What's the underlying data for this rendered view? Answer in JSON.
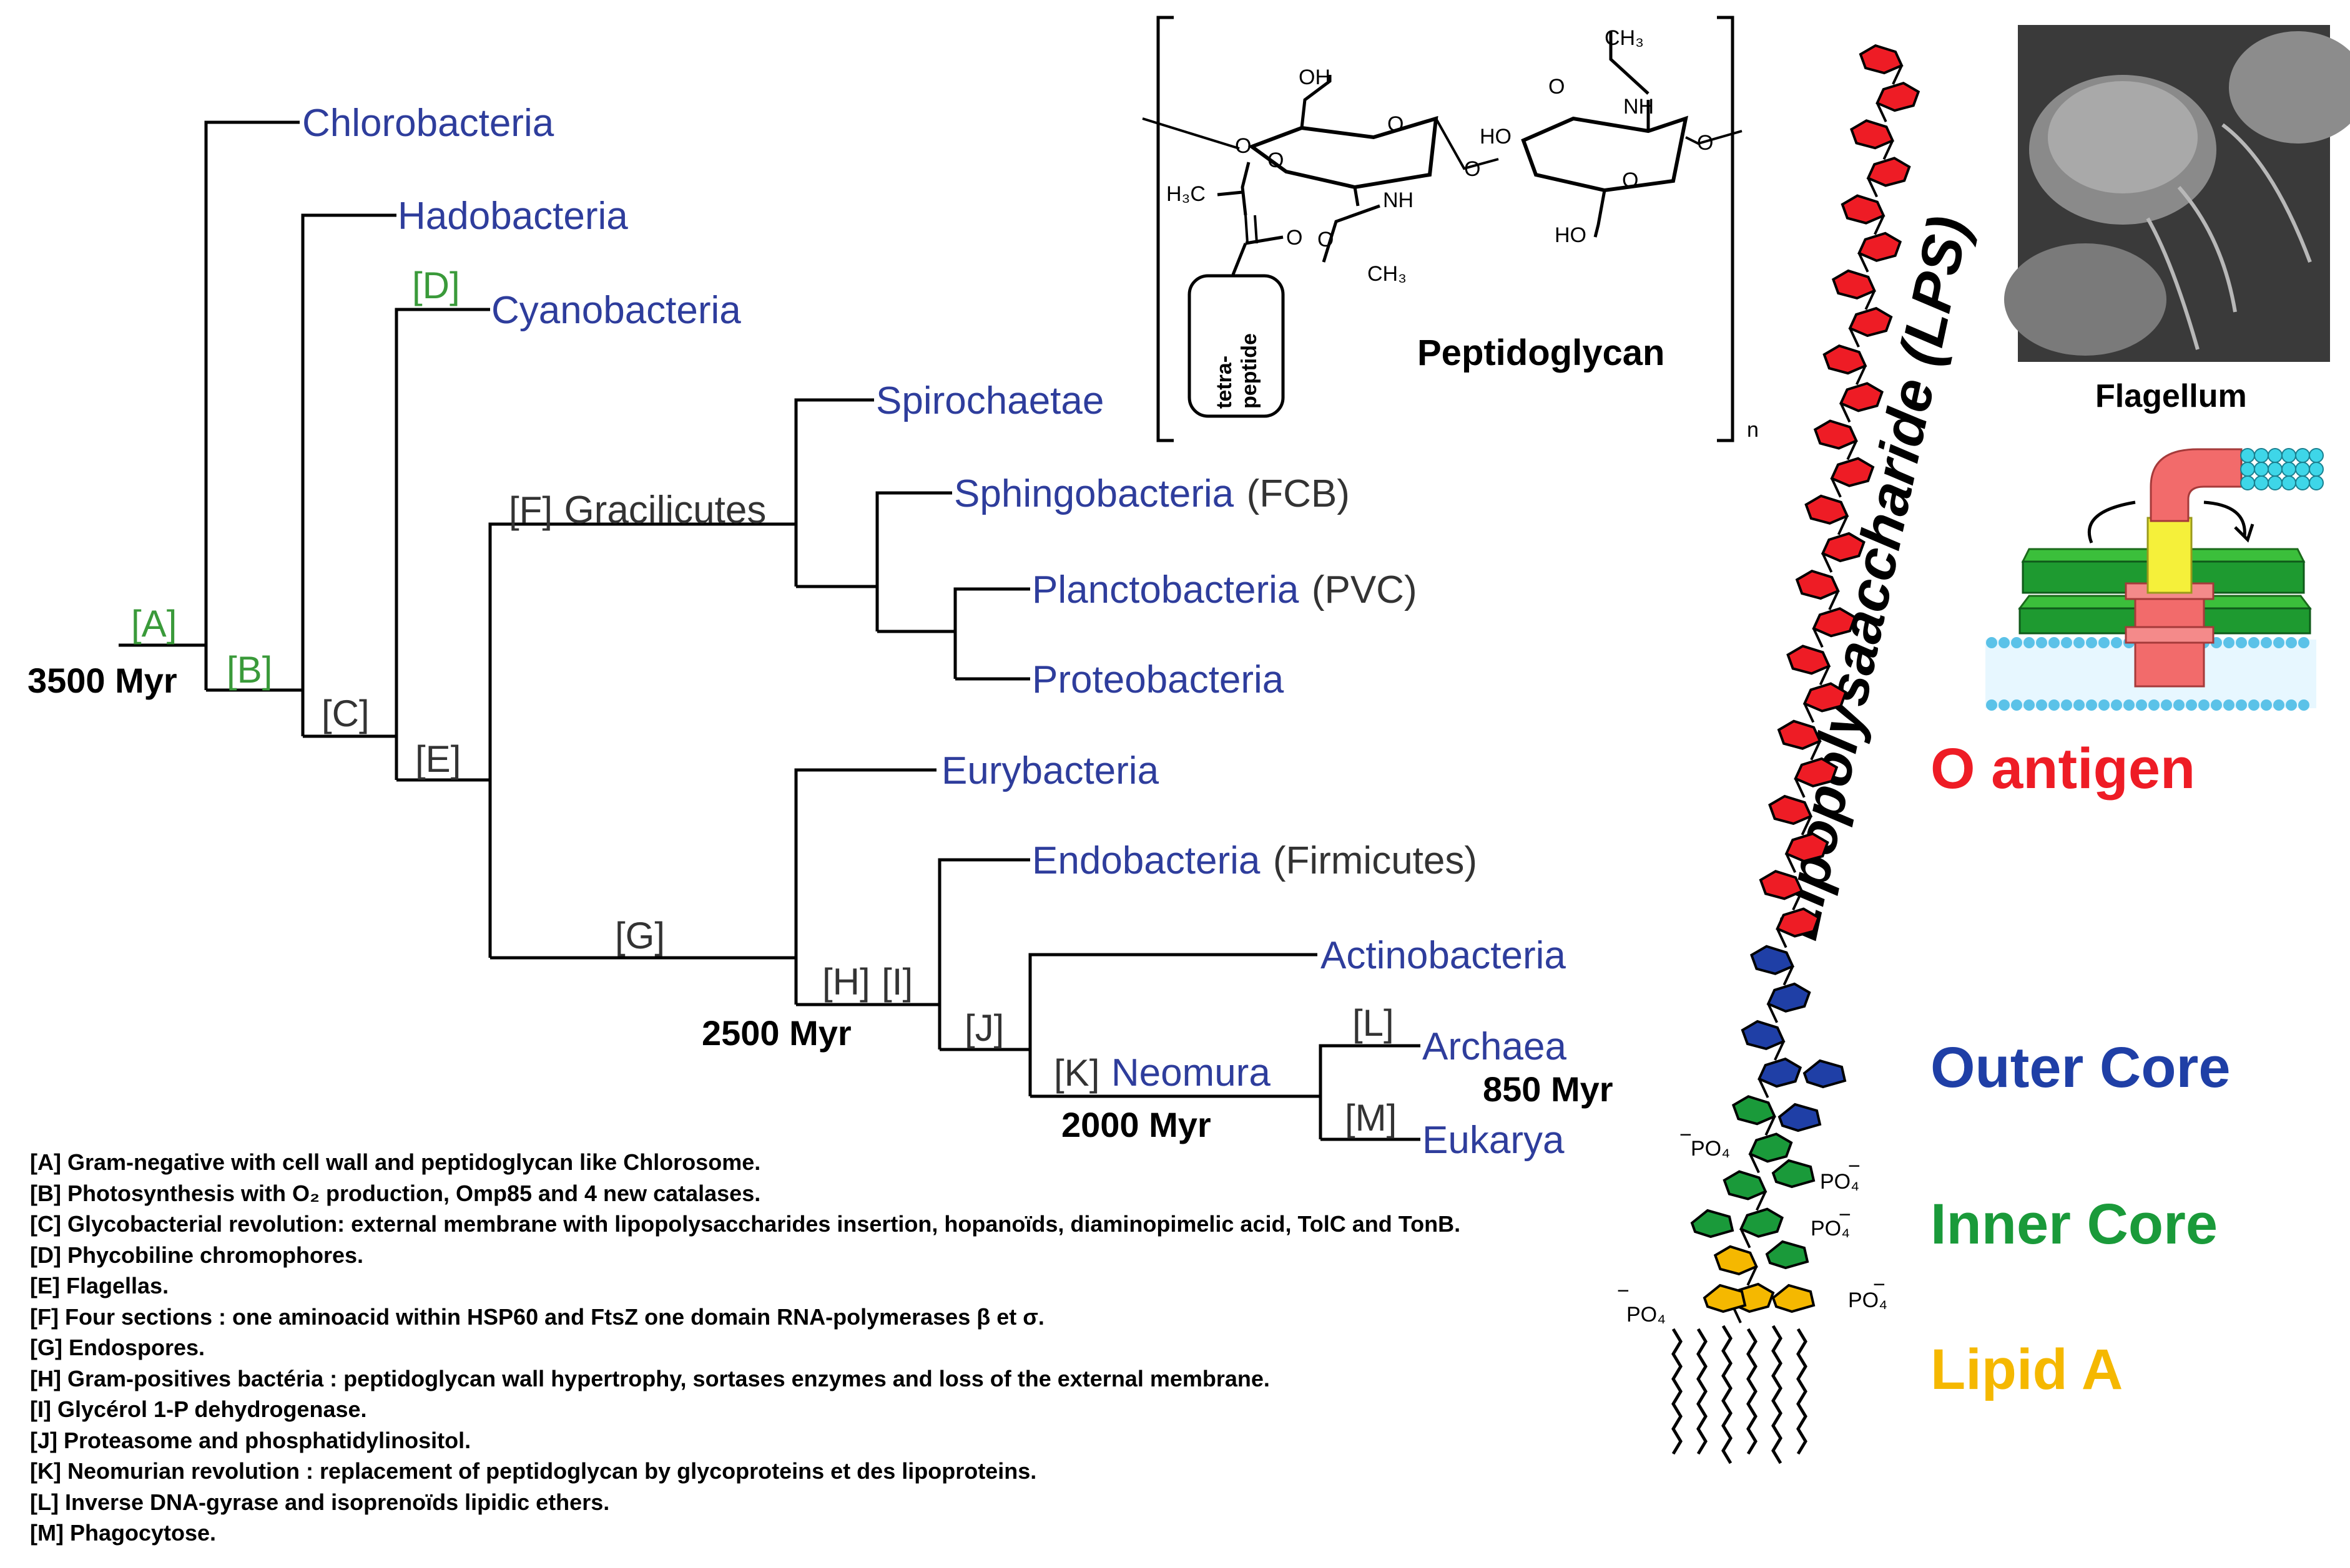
{
  "tree": {
    "taxa": {
      "chlorobacteria": "Chlorobacteria",
      "hadobacteria": "Hadobacteria",
      "cyanobacteria": "Cyanobacteria",
      "spirochaetae": "Spirochaetae",
      "sphingobacteria": "Sphingobacteria",
      "sphingobacteria_suffix": "(FCB)",
      "planctobacteria": "Planctobacteria",
      "planctobacteria_suffix": "(PVC)",
      "proteobacteria": "Proteobacteria",
      "eurybacteria": "Eurybacteria",
      "endobacteria": "Endobacteria",
      "endobacteria_suffix": "(Firmicutes)",
      "actinobacteria": "Actinobacteria",
      "archaea": "Archaea",
      "eukarya": "Eukarya"
    },
    "node_labels": {
      "a": "[A]",
      "b": "[B]",
      "c": "[C]",
      "d": "[D]",
      "e": "[E]",
      "f": "[F]",
      "gracilicutes": "Gracilicutes",
      "g": "[G]",
      "h": "[H]",
      "i": "[I]",
      "j": "[J]",
      "k": "[K]",
      "neomura": "Neomura",
      "l": "[L]",
      "m": "[M]"
    },
    "times": {
      "t3500": "3500 Myr",
      "t2500": "2500 Myr",
      "t2000": "2000 Myr",
      "t850": "850 Myr"
    }
  },
  "legend": [
    "[A] Gram-negative with cell wall and peptidoglycan like Chlorosome.",
    "[B] Photosynthesis with O₂ production, Omp85 and 4 new catalases.",
    "[C] Glycobacterial revolution: external membrane with lipopolysaccharides insertion, hopanoïds, diaminopimelic acid, TolC and TonB.",
    "[D] Phycobiline chromophores.",
    "[E] Flagellas.",
    "[F] Four sections : one aminoacid within HSP60 and FtsZ one domain RNA-polymerases β et σ.",
    "[G] Endospores.",
    "[H] Gram-positives bactéria : peptidoglycan wall hypertrophy, sortases enzymes and  loss of the external membrane.",
    "[I] Glycérol 1-P dehydrogenase.",
    "[J] Proteasome and phosphatidylinositol.",
    "[K] Neomurian revolution : replacement of peptidoglycan by glycoproteins et des lipoproteins.",
    "[L] Inverse DNA-gyrase and isoprenoïds lipidic ethers.",
    "[M] Phagocytose."
  ],
  "peptidoglycan": {
    "title": "Peptidoglycan",
    "tetra_line1": "tetra-",
    "tetra_line2": "peptide",
    "repeat": "n",
    "oh": "OH",
    "ho": "HO",
    "o": "O",
    "nh": "NH",
    "h3c": "H₃C",
    "ch3": "CH₃"
  },
  "flagellum": {
    "title": "Flagellum"
  },
  "lps": {
    "axis_label": "Lipopolysaaccharide (LPS)",
    "o_antigen": "O antigen",
    "outer_core": "Outer Core",
    "inner_core": "Inner Core",
    "lipid_a": "Lipid A",
    "po4": "PO₄",
    "minus": "−"
  },
  "colors": {
    "taxon_blue": "#2e3d9c",
    "green_label": "#3a9a3a",
    "o_antigen": "#ee1c25",
    "outer_core": "#1f3fa6",
    "inner_core": "#1a9a3a",
    "lipid_a": "#f5b800"
  }
}
